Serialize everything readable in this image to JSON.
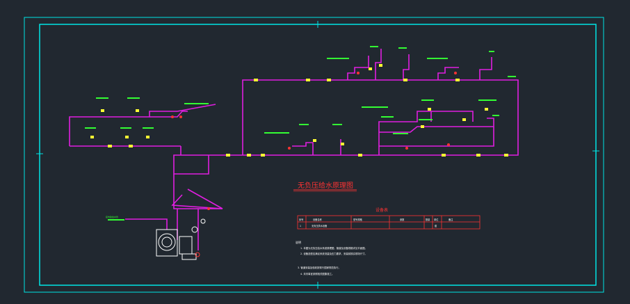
{
  "drawing": {
    "title": "无负压给水原理图",
    "table": {
      "caption": "设备表",
      "rows": [
        [
          "序号",
          "设备名称",
          "型号规格",
          "参数",
          "数量",
          "单位",
          "备注"
        ],
        [
          "1",
          "无负压供水设备",
          "",
          "",
          "",
          "套",
          ""
        ]
      ]
    },
    "notes": {
      "heading": "说明",
      "lines": [
        "1. 本图为无负压给水系统原理图，管道及设备规格详见平面图。",
        "2. 设备选型应满足系统流量及压力要求，安装前核实现场尺寸。",
        "3. 管道安装及验收按现行国家规范执行。",
        "4. 未尽事宜参照相关图集施工。"
      ]
    },
    "inlet_label": "接市政给水管"
  },
  "colors": {
    "background": "#212830",
    "frame": "#00e5e5",
    "pipe": "#e01ee0",
    "valve": "#ffff33",
    "label": "#33ff33",
    "accent": "#ff3333",
    "equipment": "#ffffff"
  }
}
